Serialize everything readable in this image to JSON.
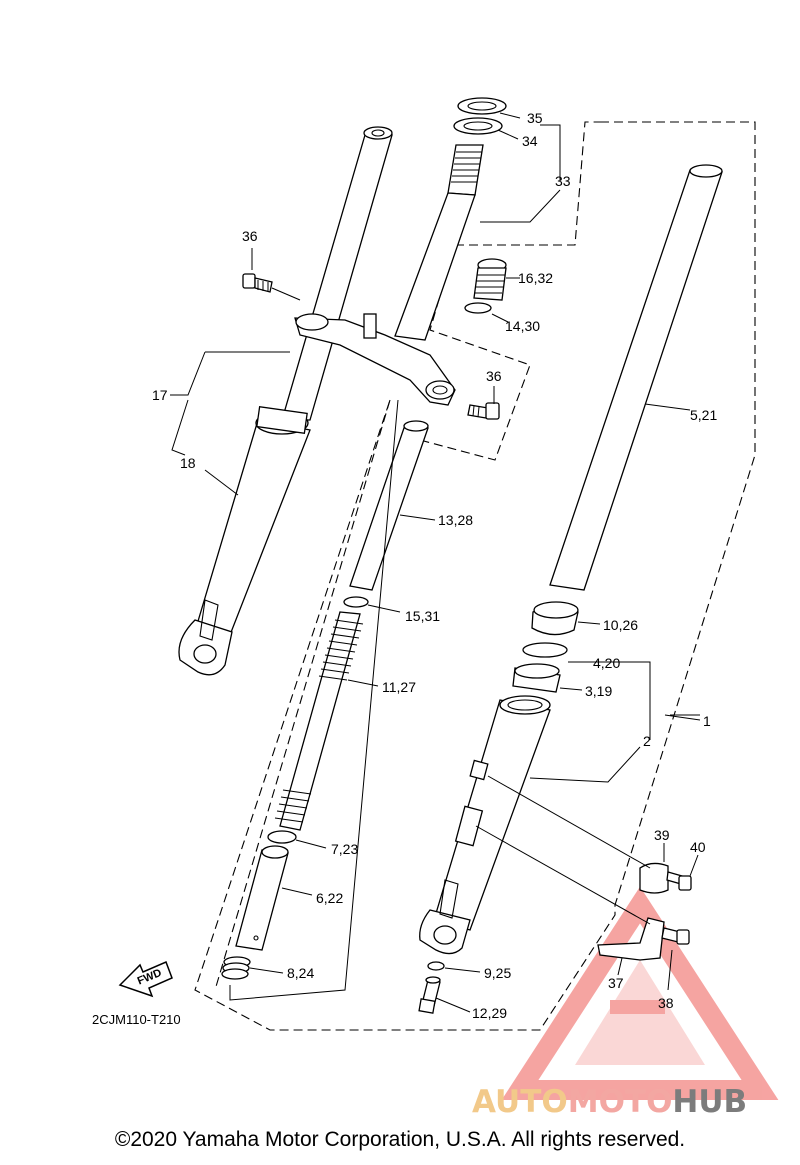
{
  "diagram": {
    "code": "2CJM110-T210",
    "fwd_label": "FWD",
    "copyright": "©2020 Yamaha Motor Corporation, U.S.A. All rights reserved.",
    "callouts": {
      "c1": "1",
      "c2": "2",
      "c3_19": "3,19",
      "c4_20": "4,20",
      "c5_21": "5,21",
      "c6_22": "6,22",
      "c7_23": "7,23",
      "c8_24": "8,24",
      "c9_25": "9,25",
      "c10_26": "10,26",
      "c11_27": "11,27",
      "c12_29": "12,29",
      "c13_28": "13,28",
      "c14_30": "14,30",
      "c15_31": "15,31",
      "c16_32": "16,32",
      "c17": "17",
      "c18": "18",
      "c33": "33",
      "c34": "34",
      "c35": "35",
      "c36a": "36",
      "c36b": "36",
      "c37": "37",
      "c38": "38",
      "c39": "39",
      "c40": "40"
    }
  },
  "watermark": {
    "part1": "AUTO",
    "part2": "MOTO",
    "part3": "HUB",
    "color1": "#f2c98a",
    "color2": "#f3a7a2",
    "color3": "#7c7c7c",
    "triangle_color": "#ee5a55"
  }
}
